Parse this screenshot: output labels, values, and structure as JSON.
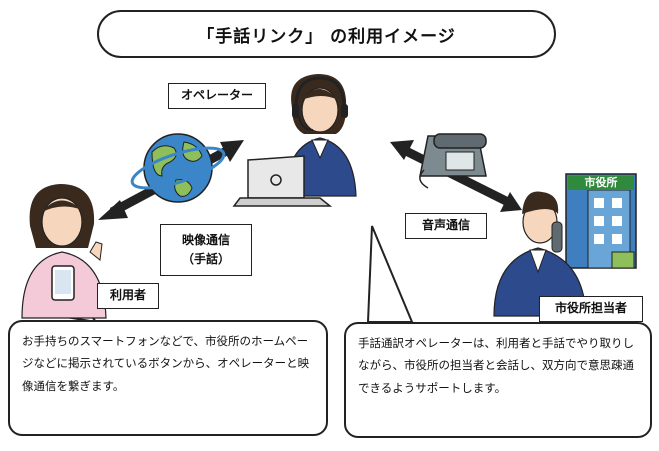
{
  "title": "「手話リンク」 の利用イメージ",
  "labels": {
    "operator": "オペレーター",
    "video_line1": "映像通信",
    "video_line2": "（手話）",
    "voice": "音声通信",
    "user": "利用者",
    "city_staff": "市役所担当者",
    "city_hall_sign": "市役所"
  },
  "bubbles": {
    "left": "お手持ちのスマートフォンなどで、市役所のホームページなどに掲示されているボタンから、オペレーターと映像通信を繋ぎます。",
    "right": "手話通訳オペレーターは、利用者と手話でやり取りしながら、市役所の担当者と会話し、双方向で意思疎通できるようサポートします。"
  },
  "icons": [
    "globe-icon",
    "telephone-icon",
    "laptop-icon",
    "headset-icon",
    "smartphone-icon",
    "city-hall-building-icon"
  ],
  "colors": {
    "suit": "#2c4a8c",
    "globe": "#3a86c8",
    "land": "#8fbf5a",
    "skin": "#f6d7bd",
    "hair": "#3a2a1e",
    "building": "#3f7fbf",
    "user_shirt": "#f4c9d8"
  }
}
